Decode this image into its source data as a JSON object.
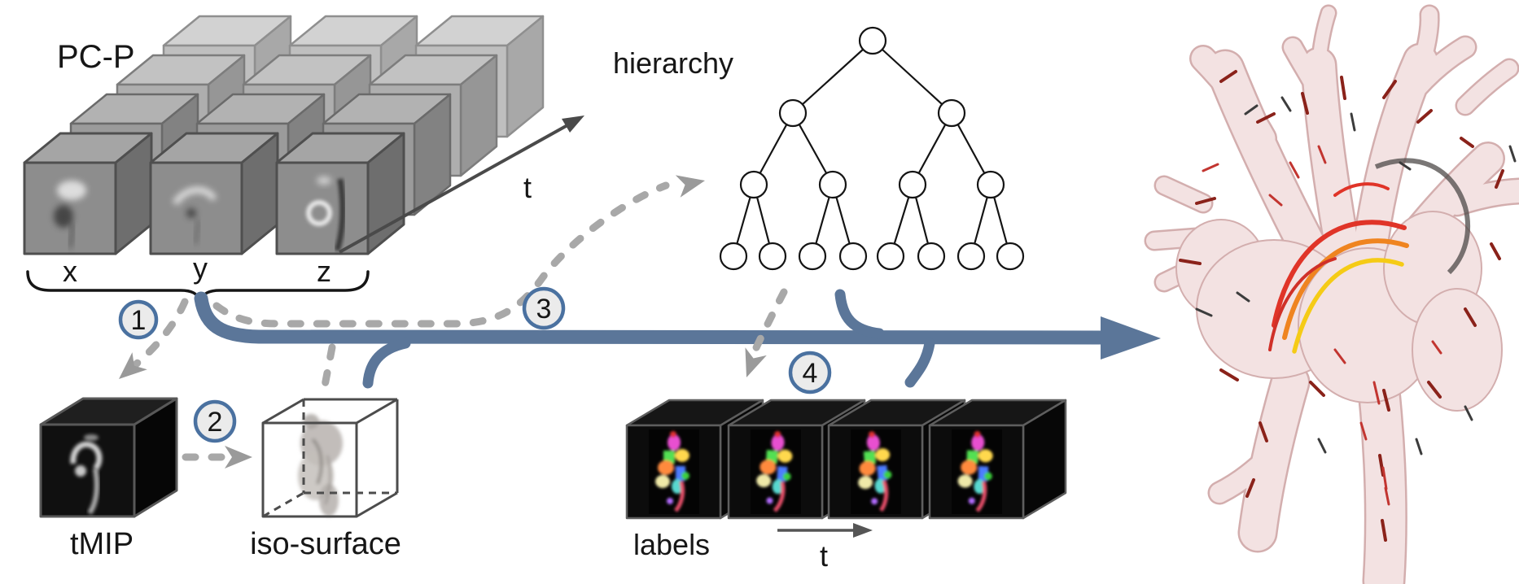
{
  "figure": {
    "dataset": {
      "label": "PC-P"
    },
    "axes": {
      "x": "x",
      "y": "y",
      "z": "z",
      "time": "t"
    },
    "hierarchy": {
      "label": "hierarchy"
    },
    "tmip": {
      "label": "tMIP"
    },
    "iso_surface": {
      "label": "iso-surface"
    },
    "labels_volume": {
      "label": "labels",
      "time": "t"
    },
    "steps": [
      {
        "number": "1"
      },
      {
        "number": "2"
      },
      {
        "number": "3"
      },
      {
        "number": "4"
      }
    ],
    "colors": {
      "flow_blue": "#5b7699",
      "step_border_blue": "#4a71a0",
      "step_fill": "#ebebeb",
      "dash_gray": "#a8a8a8",
      "arrowhead_gray": "#9a9a9a",
      "axis_dark": "#4a4a4a",
      "tree_stroke": "#141414",
      "heart_pink": "#f3e2e2",
      "heart_outline": "#d3aeae",
      "flow_red": "#e03428",
      "flow_orange": "#ef8420",
      "flow_yellow": "#f5cb16"
    }
  }
}
